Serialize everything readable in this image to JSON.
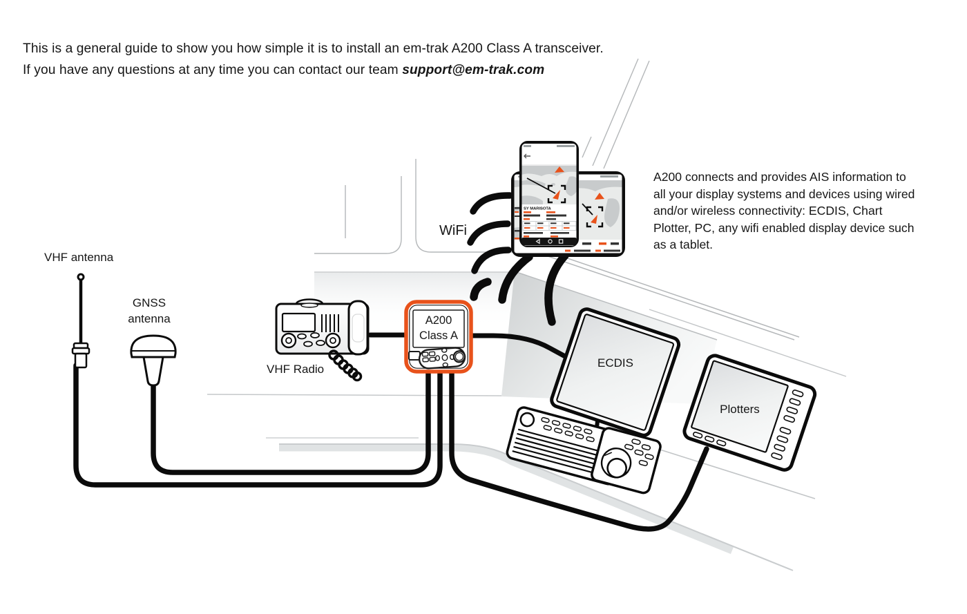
{
  "header": {
    "line1": "This is a general guide to show you how simple it is to install an em-trak A200 Class A transceiver.",
    "line2_prefix": "If you have any questions at any time you can contact our team ",
    "support_email": "support@em-trak.com"
  },
  "description_panel": {
    "text": "A200 connects and provides AIS information to all your display systems and devices using wired and/or wireless connectivity: ECDIS, Chart Plotter, PC, any wifi enabled display device such as a tablet."
  },
  "diagram": {
    "labels": {
      "vhf_antenna": "VHF antenna",
      "gnss_line1": "GNSS",
      "gnss_line2": "antenna",
      "vhf_radio": "VHF Radio",
      "wifi": "WiFi",
      "a200_line1": "A200",
      "a200_line2": "Class A",
      "ecdis": "ECDIS",
      "plotters": "Plotters"
    },
    "phone_app": {
      "vessel_name": "SY MARISOTA"
    },
    "colors": {
      "accent_orange": "#E8521B",
      "diagram_black": "#0b0b0b",
      "map_land_gray": "#c8cbcc",
      "decor_line_gray": "#b4b7b9"
    }
  }
}
